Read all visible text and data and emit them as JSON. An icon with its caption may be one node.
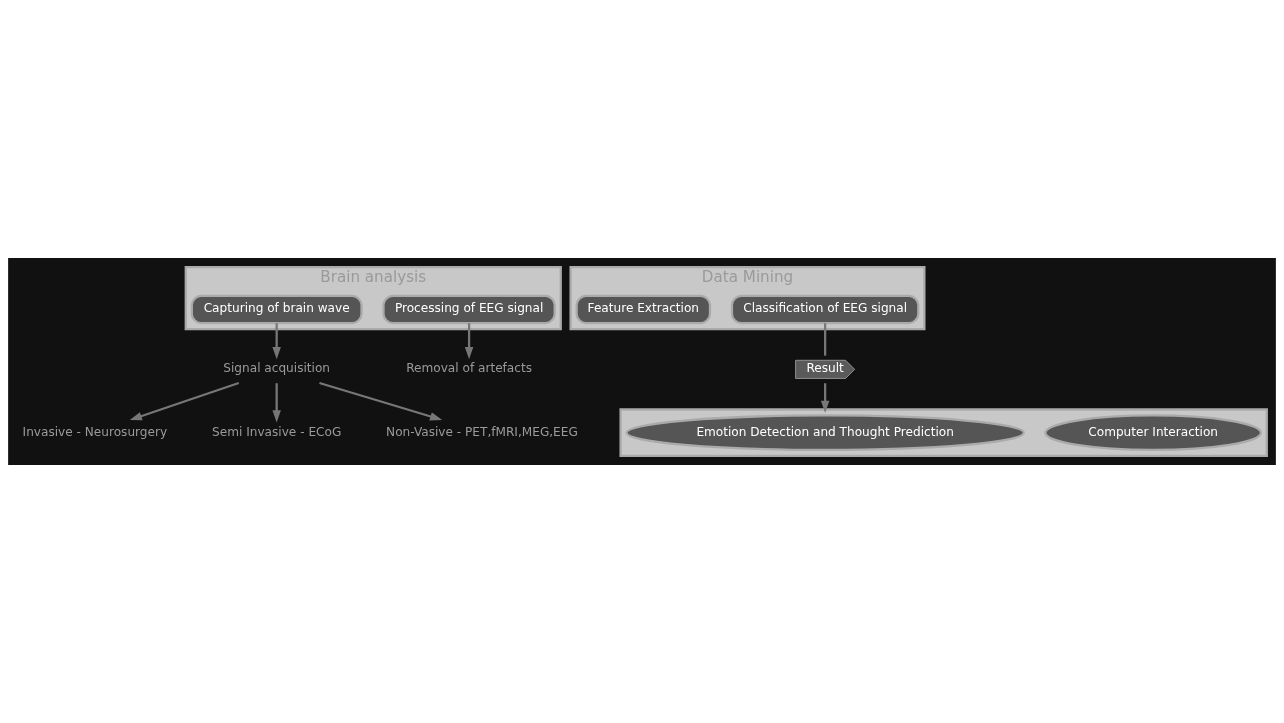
{
  "diagram": {
    "nodes": [
      {
        "text": [
          "Brain analysis"
        ]
      },
      {
        "text": [
          "Capturing of brain wave"
        ],
        "in": 0
      },
      {
        "text": [
          "Processing of EEG signal"
        ],
        "in": 0
      },
      {
        "text": [
          "Data Mining"
        ]
      },
      {
        "text": [
          "Feature Extraction"
        ],
        "in": 3
      },
      {
        "text": [
          "Classification of EEG signal"
        ],
        "in": 3
      },
      {
        "text": [
          "Result"
        ]
      },
      {
        "text": [],
        "shape": "box"
      },
      {
        "text": [
          "Emotion Detection and Thought Prediction"
        ],
        "in": 7
      },
      {
        "text": [
          "Computer Interaction"
        ],
        "in": 7
      },
      {
        "text": [
          "Signal acquisition"
        ]
      },
      {
        "text": [
          "Removal of artefacts"
        ]
      },
      {
        "text": [
          "Invasive - Neurosurgery"
        ]
      },
      {
        "text": [
          "Semi Invasive - ECoG"
        ]
      },
      {
        "text": [
          "Non-Vasive - PET,fMRI,MEG,EEG"
        ]
      }
    ],
    "edges": [
      {
        "from": 1,
        "to": 10,
        "arrow": "to"
      },
      {
        "from": 2,
        "to": 11,
        "arrow": "to"
      },
      {
        "from": 5,
        "to": 6,
        "arrow": "none"
      },
      {
        "from": 6,
        "to": 7,
        "arrow": "to"
      },
      {
        "from": 10,
        "to": 12,
        "arrow": "to"
      },
      {
        "from": 10,
        "to": 13,
        "arrow": "to"
      },
      {
        "from": 10,
        "to": 14,
        "arrow": "to"
      }
    ]
  }
}
